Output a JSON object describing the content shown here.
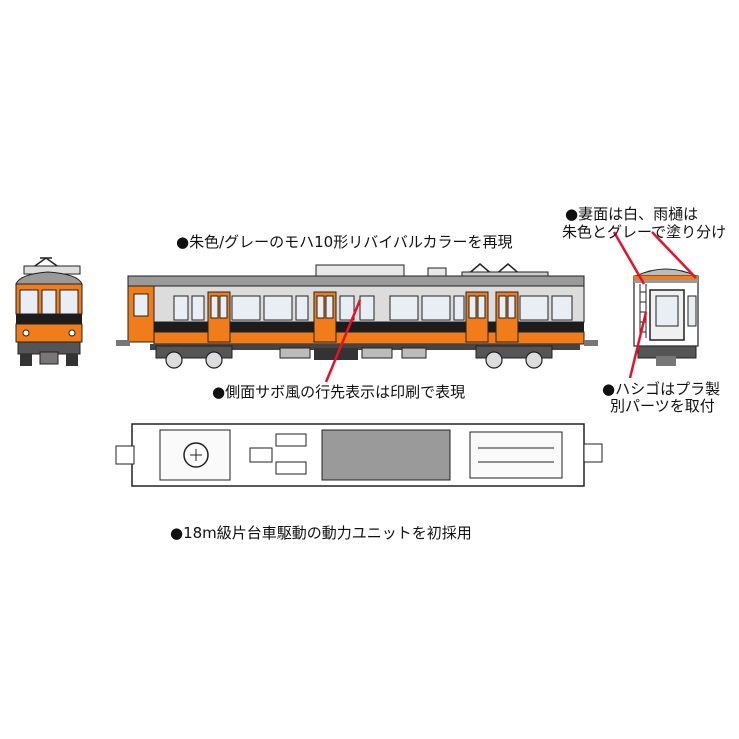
{
  "annotations": {
    "color_revival": "●朱色/グレーのモハ10形リバイバルカラーを再現",
    "side_sign": "●側面サボ風の行先表示は印刷で表現",
    "end_face_line1": "●妻面は白、雨樋は",
    "end_face_line2": "朱色とグレーで塗り分け",
    "ladder_line1": "●ハシゴはプラ製",
    "ladder_line2": "別パーツを取付",
    "power_unit": "●18m級片台車駆動の動力ユニットを初採用"
  },
  "colors": {
    "vermilion": "#f07d1a",
    "gray": "#808285",
    "black": "#1c1c1c",
    "leader_line": "#e8102a"
  }
}
